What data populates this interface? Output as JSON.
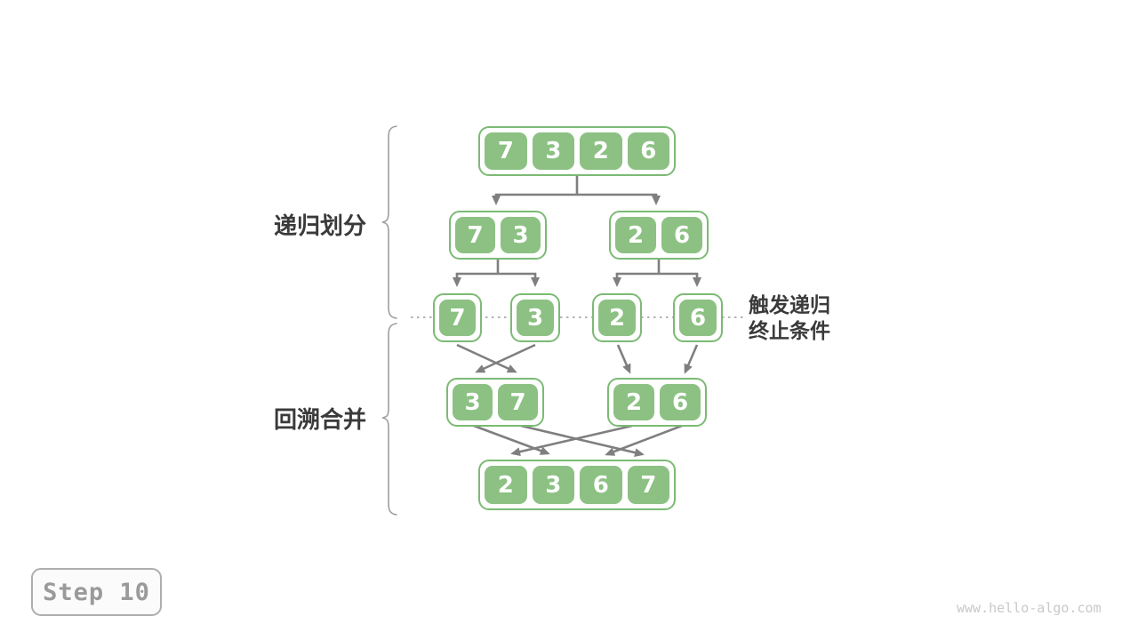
{
  "diagram": {
    "levels": [
      {
        "groups": [
          {
            "cells": [
              "7",
              "3",
              "2",
              "6"
            ]
          }
        ]
      },
      {
        "groups": [
          {
            "cells": [
              "7",
              "3"
            ]
          },
          {
            "cells": [
              "2",
              "6"
            ]
          }
        ]
      },
      {
        "groups": [
          {
            "cells": [
              "7"
            ]
          },
          {
            "cells": [
              "3"
            ]
          },
          {
            "cells": [
              "2"
            ]
          },
          {
            "cells": [
              "6"
            ]
          }
        ]
      },
      {
        "groups": [
          {
            "cells": [
              "3",
              "7"
            ]
          },
          {
            "cells": [
              "2",
              "6"
            ]
          }
        ]
      },
      {
        "groups": [
          {
            "cells": [
              "2",
              "3",
              "6",
              "7"
            ]
          }
        ]
      }
    ]
  },
  "labels": {
    "divide_phase": "递归划分",
    "merge_phase": "回溯合并",
    "base_case_line1": "触发递归",
    "base_case_line2": "终止条件"
  },
  "step_badge": {
    "label": "Step 10"
  },
  "watermark": {
    "text": "www.hello-algo.com"
  },
  "colors": {
    "cell-green": "#8cc183",
    "container-border": "#7cba74",
    "cell-text": "#ffffff",
    "arrow-gray": "#7f7f7f",
    "dotted-gray": "#9a9a9a",
    "brace-gray": "#9e9e9e",
    "label-dark": "#3a3a3a",
    "badge-border": "#aeaeae",
    "badge-text": "#9a9a9a",
    "badge-bg": "#fbfbfb",
    "watermark-gray": "#c9c9c9"
  }
}
